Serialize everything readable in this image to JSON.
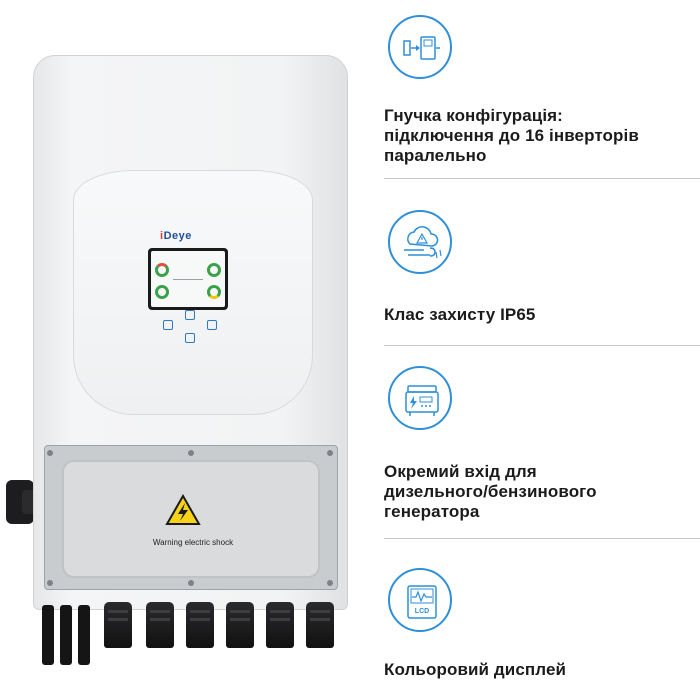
{
  "product": {
    "logo_text": "Deye",
    "warning_label": "Warning electric shock"
  },
  "features": [
    {
      "icon": "parallel-connection-icon",
      "lines": [
        "Гнучка конфігурація:",
        "підключення до 16 інверторів",
        "паралельно"
      ]
    },
    {
      "icon": "weather-protection-icon",
      "lines": [
        "Клас захисту IP65"
      ]
    },
    {
      "icon": "generator-icon",
      "lines": [
        "Окремий вхід для",
        "дизельного/бензинового",
        "генератора"
      ]
    },
    {
      "icon": "lcd-display-icon",
      "icon_caption": "LCD",
      "lines": [
        "Кольоровий дисплей"
      ]
    }
  ],
  "colors": {
    "accent": "#2f8fd8",
    "text": "#1b1b1b",
    "divider": "#c7c9cc"
  }
}
